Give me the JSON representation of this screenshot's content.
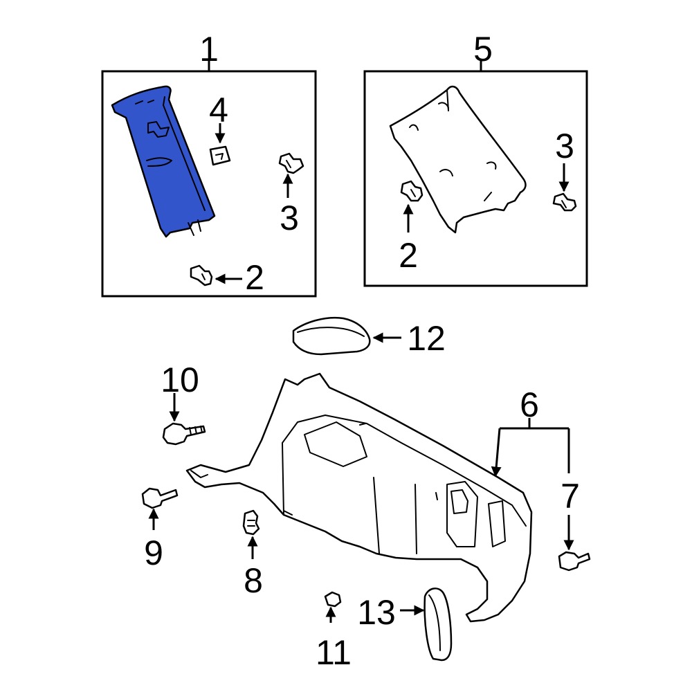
{
  "diagram": {
    "highlight_color": "#3355cc",
    "labels": {
      "n1": "1",
      "n2a": "2",
      "n2b": "2",
      "n3a": "3",
      "n3b": "3",
      "n4": "4",
      "n5": "5",
      "n6": "6",
      "n7": "7",
      "n8": "8",
      "n9": "9",
      "n10": "10",
      "n11": "11",
      "n12": "12",
      "n13": "13"
    }
  }
}
